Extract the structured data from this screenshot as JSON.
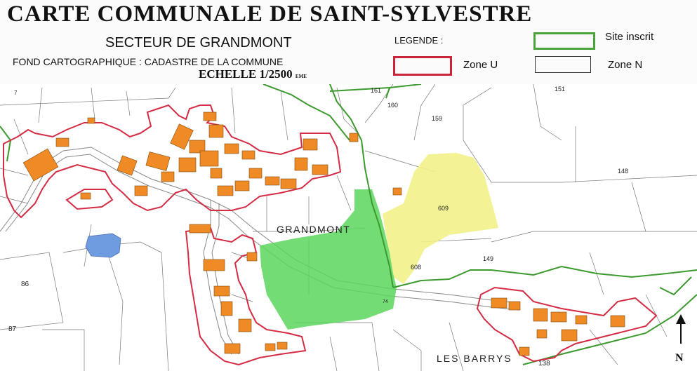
{
  "title": "CARTE COMMUNALE DE SAINT-SYLVESTRE",
  "subtitle": "SECTEUR DE GRANDMONT",
  "base_map": "FOND CARTOGRAPHIQUE : CADASTRE DE LA COMMUNE",
  "scale": "ECHELLE 1/2500",
  "scale_suffix": "EME",
  "legend": {
    "title": "LEGENDE :",
    "items": [
      {
        "label": "Site inscrit",
        "color": "#4aa33a"
      },
      {
        "label": "Zone U",
        "color": "#c8243a"
      },
      {
        "label": "Zone N",
        "color": "#333333"
      }
    ]
  },
  "places": {
    "grandmont": "GRANDMONT",
    "les_barrys": "LES BARRYS"
  },
  "north": "N",
  "colors": {
    "buildings": "#f08a24",
    "zone_u": "#d42c44",
    "site_inscrit": "#3c9a2e",
    "green_area": "#5cd65c",
    "yellow_area": "#f2f28a",
    "water": "#6f9ce0",
    "parcel_lines": "#6e6e6e"
  },
  "parcels": [
    "7",
    "161",
    "151",
    "160",
    "159",
    "148",
    "609",
    "149",
    "608",
    "86",
    "87",
    "74",
    "138"
  ]
}
